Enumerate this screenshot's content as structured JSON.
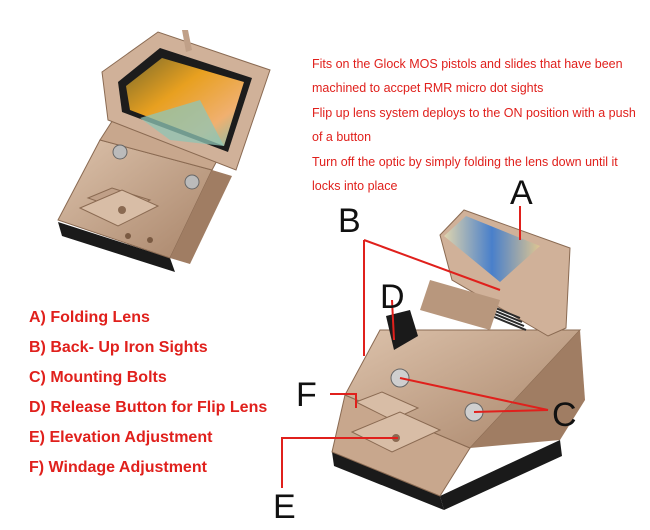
{
  "features": [
    "Fits on the Glock MOS pistols and slides that have been machined to accpet RMR micro dot sights",
    "Flip up lens system deploys to the ON position with a push of a button",
    "Turn off the optic by simply folding the lens down until it locks into place"
  ],
  "legend": [
    "A) Folding Lens",
    "B) Back- Up Iron Sights",
    "C) Mounting Bolts",
    "D) Release Button for Flip Lens",
    "E) Elevation Adjustment",
    "F) Windage Adjustment"
  ],
  "callouts": {
    "a": "A",
    "b": "B",
    "c": "C",
    "d": "D",
    "e": "E",
    "f": "F"
  },
  "colors": {
    "accent": "#e0201c",
    "body": "#c9a88d",
    "text": "#111111"
  }
}
